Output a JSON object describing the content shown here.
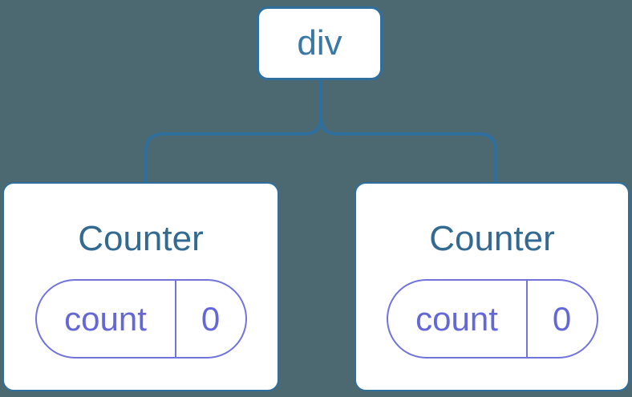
{
  "colors": {
    "background": "#4c6972",
    "connector": "#2e6f9e",
    "node_border": "#2e6f9e",
    "card_bg": "#ffffff",
    "root_label_text": "#3a79a6",
    "card_title_text": "#336a91",
    "state_purple": "#6467d8",
    "pill_border": "#7174dc"
  },
  "tree": {
    "root": {
      "label": "div"
    },
    "children": [
      {
        "title": "Counter",
        "state": {
          "key": "count",
          "value": "0"
        }
      },
      {
        "title": "Counter",
        "state": {
          "key": "count",
          "value": "0"
        }
      }
    ]
  }
}
